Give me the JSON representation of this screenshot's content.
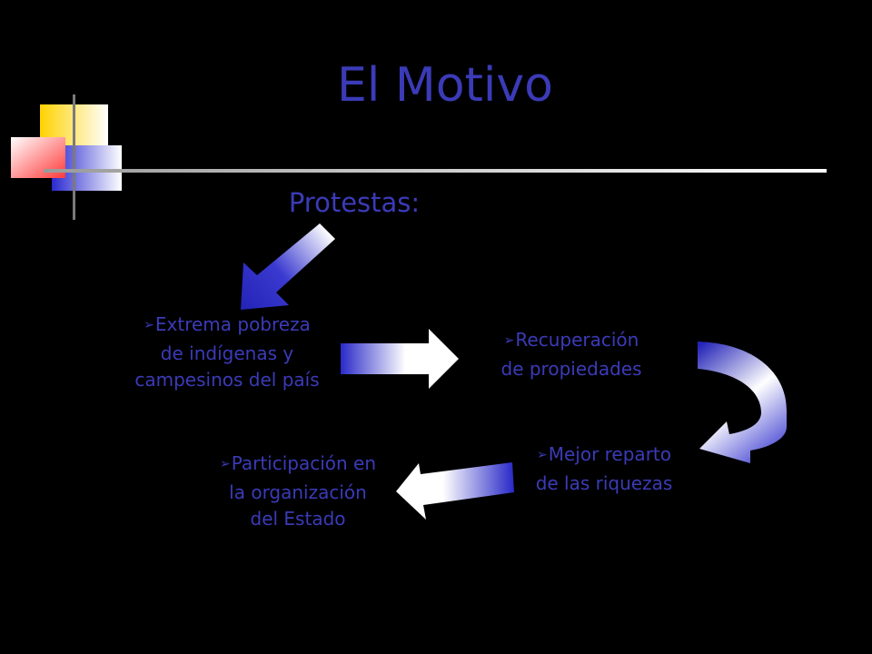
{
  "slide": {
    "title": "El Motivo",
    "subtitle": "Protestas:",
    "bullet_glyph": "➢",
    "nodes": [
      {
        "lines": [
          "Extrema pobreza",
          "de indígenas y",
          "campesinos del país"
        ]
      },
      {
        "lines": [
          "Recuperación",
          "de propiedades"
        ]
      },
      {
        "lines": [
          "Mejor reparto",
          "de las riquezas"
        ]
      },
      {
        "lines": [
          "Participación en",
          "la organización",
          "del Estado"
        ]
      }
    ]
  },
  "colors": {
    "background": "#000000",
    "text": "#3b3bb8",
    "arrow_dark": "#2e2ec8",
    "arrow_light": "#ffffff"
  }
}
